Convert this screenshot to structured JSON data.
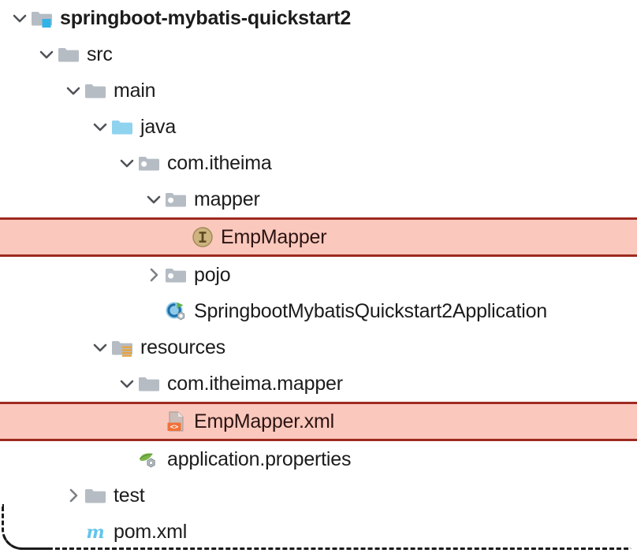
{
  "panel": {
    "name": "project-tool-window",
    "background": "#ffffff",
    "highlight_fill": "#fbc8bd",
    "highlight_border": "#9e2a20",
    "text_color": "#1c1c1c",
    "dashed_border_color": "#1a1a1a"
  },
  "tree": {
    "nodes": [
      {
        "id": "root-module",
        "label": "springboot-mybatis-quickstart2",
        "icon": "module-folder-icon",
        "depth": 0,
        "chevron": "expanded",
        "bold": true,
        "highlighted": false
      },
      {
        "id": "src",
        "label": "src",
        "icon": "folder-icon",
        "depth": 1,
        "chevron": "expanded",
        "bold": false,
        "highlighted": false
      },
      {
        "id": "main",
        "label": "main",
        "icon": "folder-icon",
        "depth": 2,
        "chevron": "expanded",
        "bold": false,
        "highlighted": false
      },
      {
        "id": "java",
        "label": "java",
        "icon": "source-root-folder-icon",
        "depth": 3,
        "chevron": "expanded",
        "bold": false,
        "highlighted": false
      },
      {
        "id": "com-itheima",
        "label": "com.itheima",
        "icon": "package-icon",
        "depth": 4,
        "chevron": "expanded",
        "bold": false,
        "highlighted": false
      },
      {
        "id": "mapper-package",
        "label": "mapper",
        "icon": "package-icon",
        "depth": 5,
        "chevron": "expanded",
        "bold": false,
        "highlighted": false
      },
      {
        "id": "emp-mapper-interface",
        "label": "EmpMapper",
        "icon": "java-interface-icon",
        "depth": 6,
        "chevron": "none",
        "bold": false,
        "highlighted": true
      },
      {
        "id": "pojo-package",
        "label": "pojo",
        "icon": "package-icon",
        "depth": 5,
        "chevron": "collapsed",
        "bold": false,
        "highlighted": false
      },
      {
        "id": "application-class",
        "label": "SpringbootMybatisQuickstart2Application",
        "icon": "spring-boot-class-icon",
        "depth": 5,
        "chevron": "none",
        "bold": false,
        "highlighted": false
      },
      {
        "id": "resources",
        "label": "resources",
        "icon": "resources-root-folder-icon",
        "depth": 3,
        "chevron": "expanded",
        "bold": false,
        "highlighted": false
      },
      {
        "id": "com-itheima-mapper-folder",
        "label": "com.itheima.mapper",
        "icon": "folder-icon",
        "depth": 4,
        "chevron": "expanded",
        "bold": false,
        "highlighted": false
      },
      {
        "id": "emp-mapper-xml",
        "label": "EmpMapper.xml",
        "icon": "xml-file-icon",
        "depth": 5,
        "chevron": "none",
        "bold": false,
        "highlighted": true
      },
      {
        "id": "application-properties",
        "label": "application.properties",
        "icon": "spring-properties-file-icon",
        "depth": 4,
        "chevron": "none",
        "bold": false,
        "highlighted": false
      },
      {
        "id": "test",
        "label": "test",
        "icon": "folder-icon",
        "depth": 2,
        "chevron": "collapsed",
        "bold": false,
        "highlighted": false
      },
      {
        "id": "pom-xml",
        "label": "pom.xml",
        "icon": "maven-file-icon",
        "depth": 2,
        "chevron": "none",
        "bold": false,
        "highlighted": false
      }
    ]
  }
}
